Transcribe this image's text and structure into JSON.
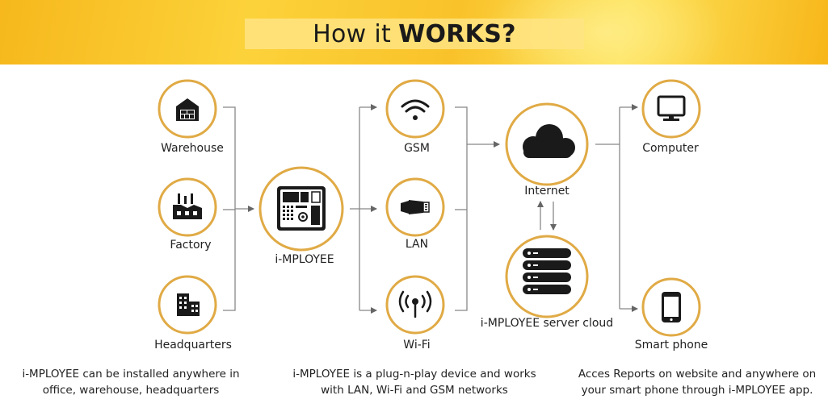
{
  "title": {
    "prefix": "How it",
    "bold": "WORKS?"
  },
  "nodes": {
    "warehouse": "Warehouse",
    "factory": "Factory",
    "headquarters": "Headquarters",
    "device": "i-MPLOYEE",
    "gsm": "GSM",
    "lan": "LAN",
    "wifi": "Wi-Fi",
    "internet": "Internet",
    "server": "i-MPLOYEE server cloud",
    "computer": "Computer",
    "smartphone": "Smart phone"
  },
  "descriptions": {
    "left": [
      "i-MPLOYEE can be installed anywhere in",
      "office, warehouse, headquarters"
    ],
    "middle": [
      "i-MPLOYEE is a plug-n-play device and works",
      "with LAN, Wi-Fi and GSM networks"
    ],
    "right": [
      "Acces Reports on website and anywhere on",
      "your smart phone through i-MPLOYEE app."
    ]
  },
  "colors": {
    "ring": "#e0aa45",
    "icon": "#1a1a1a",
    "line": "#777777"
  },
  "icons": {
    "warehouse": "warehouse-icon",
    "factory": "factory-icon",
    "headquarters": "building-icon",
    "device": "terminal-device-icon",
    "gsm": "wifi-signal-icon",
    "lan": "ethernet-plug-icon",
    "wifi": "antenna-icon",
    "internet": "cloud-icon",
    "server": "server-stack-icon",
    "computer": "monitor-icon",
    "smartphone": "smartphone-icon"
  }
}
